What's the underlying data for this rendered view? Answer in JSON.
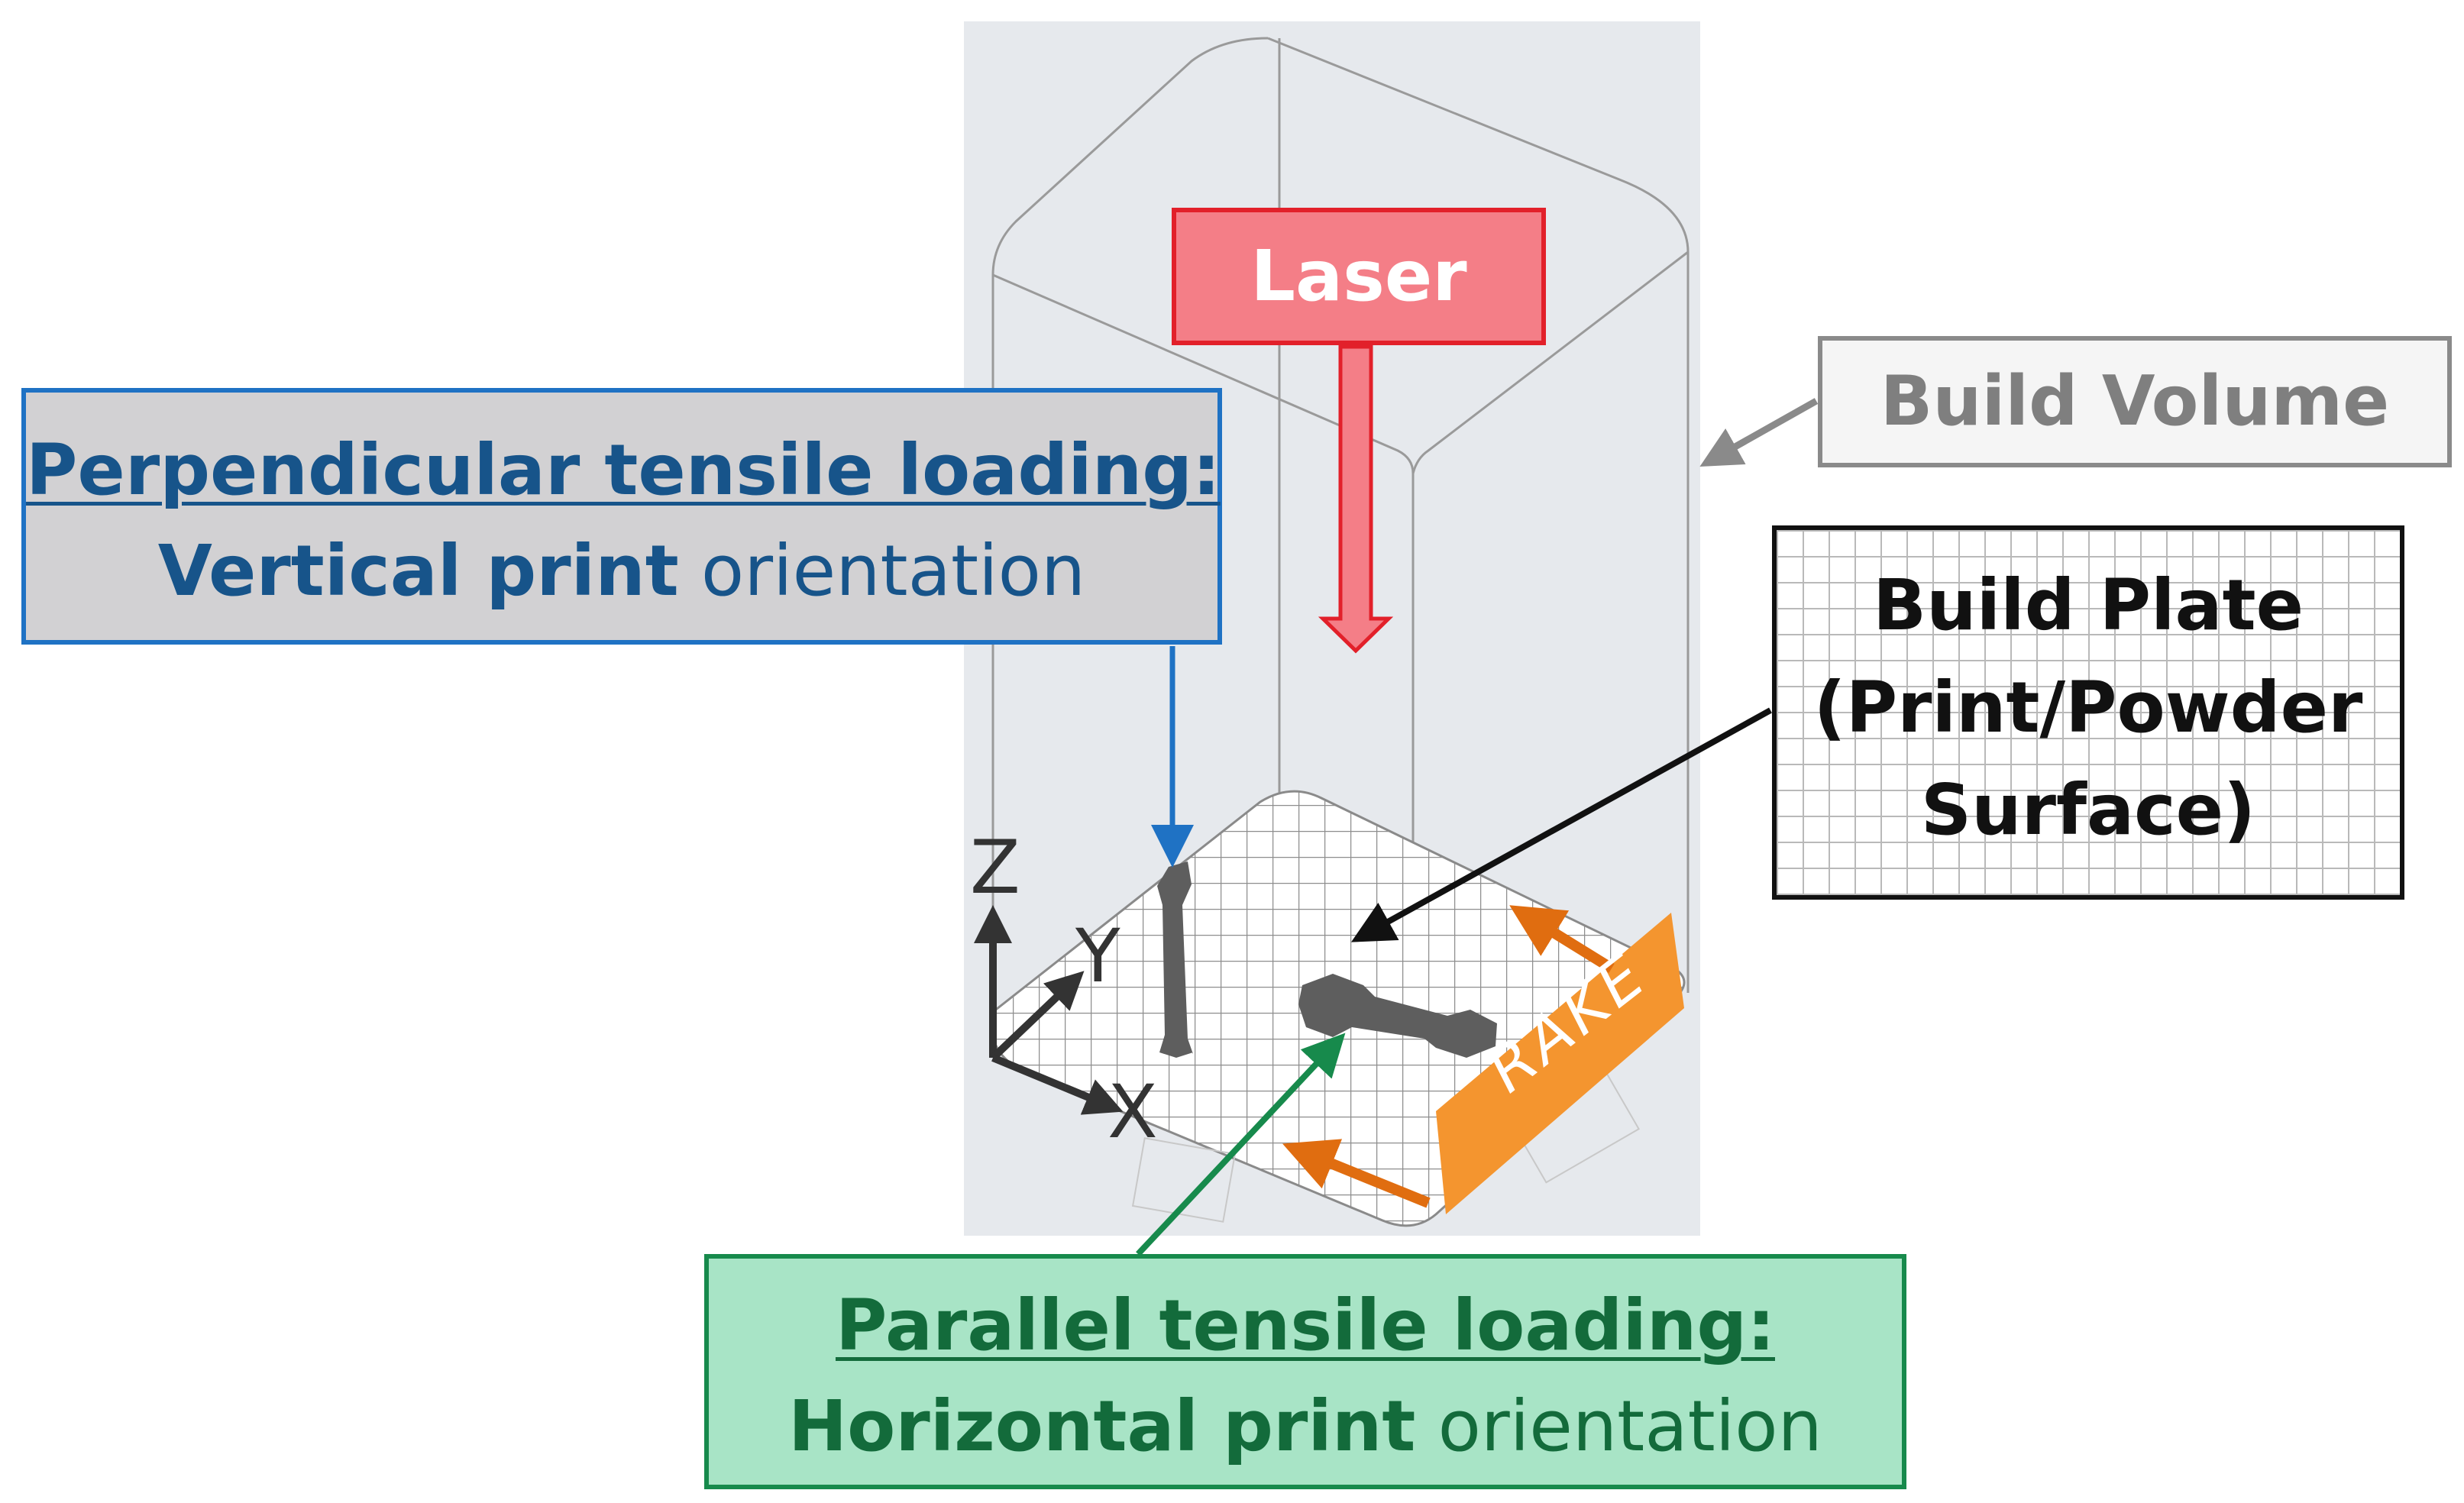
{
  "labels": {
    "laser": "Laser",
    "build_volume": "Build Volume",
    "build_plate": [
      "Build Plate",
      "(Print/Powder",
      "Surface)"
    ],
    "perpendicular": {
      "heading": "Perpendicular tensile loading:",
      "bold": "Vertical print",
      "normal": " orientation"
    },
    "parallel": {
      "heading": "Parallel tensile loading:",
      "bold": "Horizontal print",
      "normal": " orientation"
    },
    "rake": "RAKE",
    "axes": {
      "x": "X",
      "y": "Y",
      "z": "Z"
    }
  },
  "colors": {
    "volume_background": "#e6e9ed",
    "laser": "#e2202a",
    "laser_fill": "#f47e87",
    "perpendicular": "#1f72c4",
    "parallel": "#178a4c",
    "rake": "#f4952f",
    "rake_arrow": "#e06d10",
    "specimen": "#5e5e5e"
  }
}
